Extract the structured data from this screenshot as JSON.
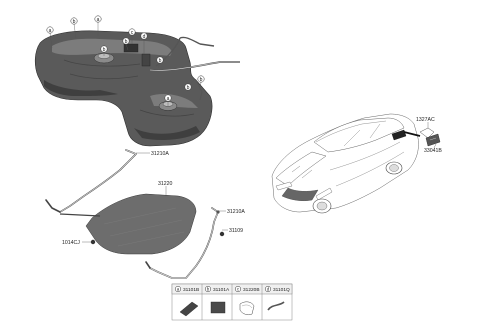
{
  "callout_letters": [
    "a",
    "b",
    "c",
    "d"
  ],
  "part_numbers": {
    "p31210A": "31210A",
    "p31220": "31220",
    "p31109": "31109",
    "p1014CJ": "1014CJ",
    "p1327AC": "1327AC",
    "p33041B": "33041B"
  },
  "legend": [
    {
      "letter": "a",
      "part": "31101B"
    },
    {
      "letter": "b",
      "part": "31101A"
    },
    {
      "letter": "c",
      "part": "31220B"
    },
    {
      "letter": "d",
      "part": "31101Q"
    }
  ]
}
